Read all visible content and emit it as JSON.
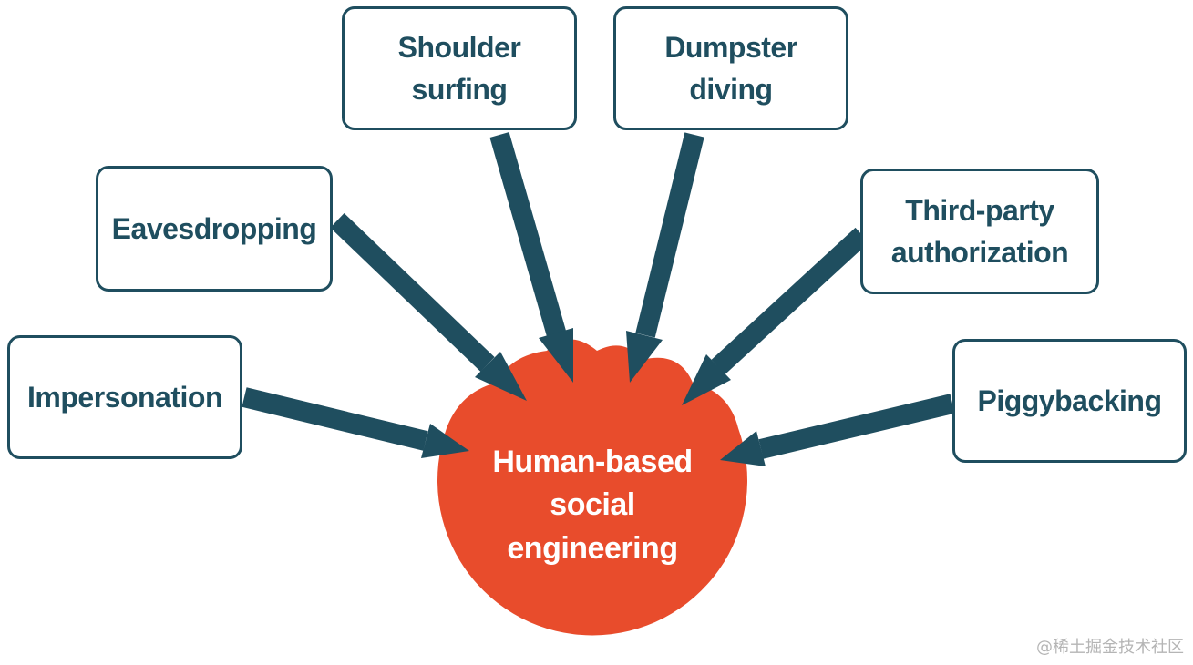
{
  "diagram": {
    "hub": {
      "label": "Human-based\nsocial\nengineering",
      "color": "#e84c2c"
    },
    "nodes": [
      {
        "id": "shoulder-surfing",
        "label": "Shoulder\nsurfing"
      },
      {
        "id": "dumpster-diving",
        "label": "Dumpster\ndiving"
      },
      {
        "id": "eavesdropping",
        "label": "Eavesdropping"
      },
      {
        "id": "third-party-authorization",
        "label": "Third-party\nauthorization"
      },
      {
        "id": "impersonation",
        "label": "Impersonation"
      },
      {
        "id": "piggybacking",
        "label": "Piggybacking"
      }
    ],
    "edges": [
      {
        "from": "shoulder-surfing",
        "to": "hub"
      },
      {
        "from": "dumpster-diving",
        "to": "hub"
      },
      {
        "from": "eavesdropping",
        "to": "hub"
      },
      {
        "from": "third-party-authorization",
        "to": "hub"
      },
      {
        "from": "impersonation",
        "to": "hub"
      },
      {
        "from": "piggybacking",
        "to": "hub"
      }
    ],
    "colors": {
      "node_border": "#1f4e5f",
      "node_text": "#1f4e5f",
      "arrow": "#1f4e5f",
      "hub_text": "#ffffff"
    }
  },
  "watermark": "@稀土掘金技术社区"
}
